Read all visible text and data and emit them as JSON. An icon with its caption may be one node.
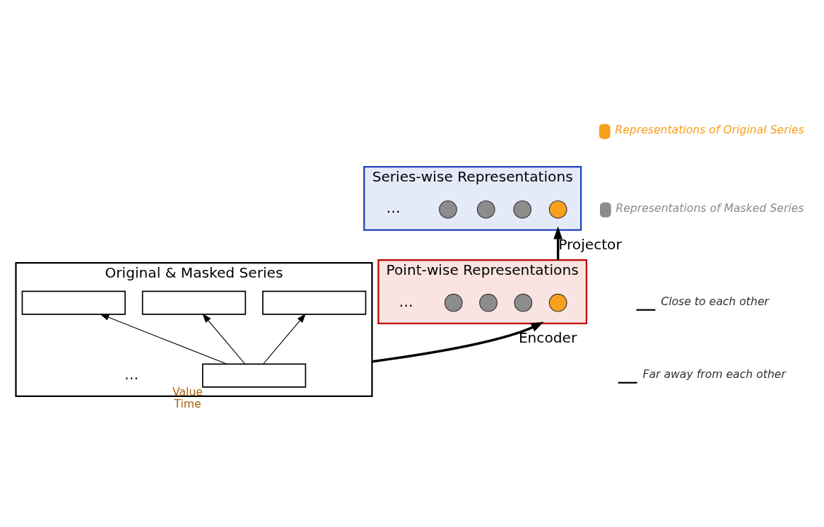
{
  "diagram": {
    "nodes": [
      {
        "text": [
          "Series-wise Representations"
        ]
      },
      {
        "text": [],
        "shape": "circle",
        "in": 0
      },
      {
        "text": [],
        "shape": "circle",
        "in": 0
      },
      {
        "text": [],
        "shape": "circle",
        "in": 0
      },
      {
        "text": [],
        "shape": "circle",
        "in": 0
      },
      {
        "text": [
          "Point-wise Representations"
        ]
      },
      {
        "text": [],
        "shape": "circle",
        "in": 5
      },
      {
        "text": [],
        "shape": "circle",
        "in": 5
      },
      {
        "text": [],
        "shape": "circle",
        "in": 5
      },
      {
        "text": [],
        "shape": "circle",
        "in": 5
      },
      {
        "text": [
          "Original & Masked Series"
        ]
      },
      {
        "text": [],
        "shape": "box",
        "in": 10,
        "beside": [
          "Value",
          "Time"
        ]
      },
      {
        "text": [],
        "shape": "box",
        "in": 10
      },
      {
        "text": [],
        "shape": "box",
        "in": 10
      },
      {
        "text": [],
        "shape": "box",
        "in": 10
      }
    ],
    "edges": [
      {
        "from": 10,
        "to": 5,
        "arrow": "to",
        "label": "Encoder",
        "style": "thick"
      },
      {
        "from": 5,
        "to": 0,
        "arrow": "to",
        "label": "Projector",
        "style": "thick"
      },
      {
        "from": 11,
        "to": 12,
        "arrow": "to"
      },
      {
        "from": 11,
        "to": 13,
        "arrow": "to"
      },
      {
        "from": 11,
        "to": 14,
        "arrow": "to"
      }
    ],
    "labels": [
      "…",
      "…",
      "…"
    ],
    "legend": [
      {
        "text": "Representations of Original Series",
        "color": "#f7a01c"
      },
      {
        "text": "Representations of Masked Series",
        "color": "#8c8c8c"
      },
      {
        "text": "Close to each other"
      },
      {
        "text": "Far away from each other"
      }
    ]
  }
}
